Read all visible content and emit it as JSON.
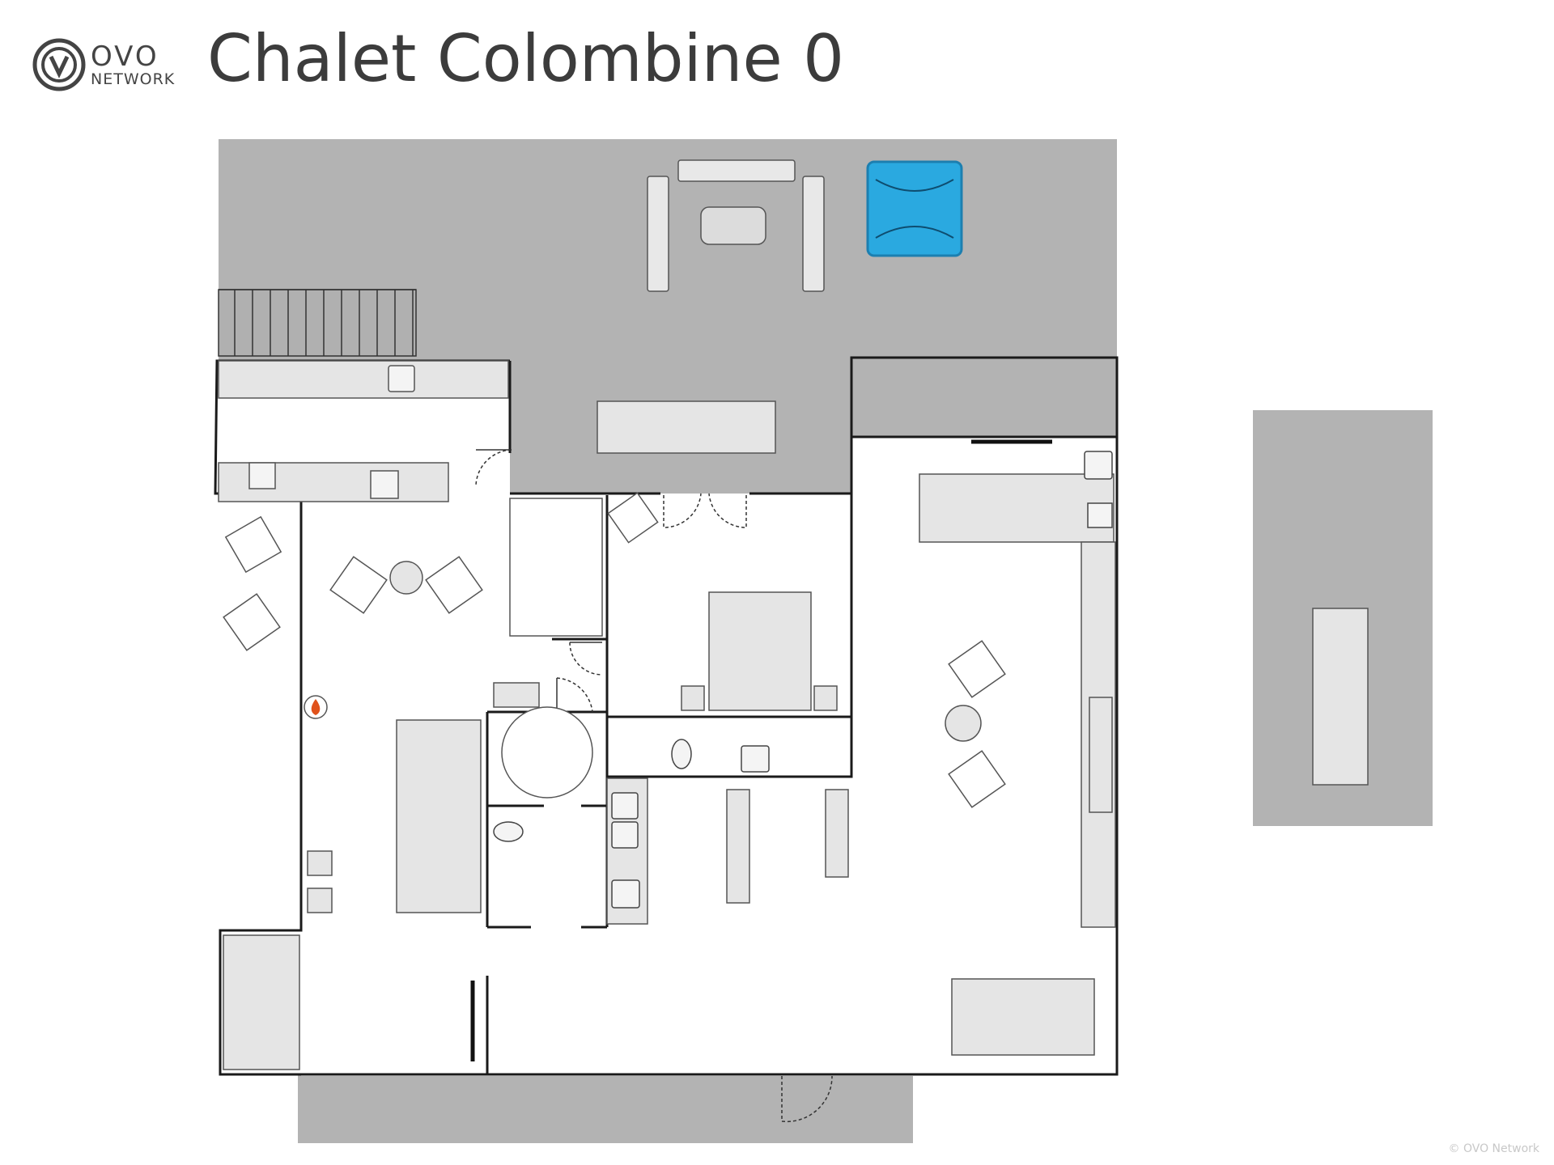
{
  "brand": {
    "logo_primary": "OVO",
    "logo_secondary": "NETWORK"
  },
  "page": {
    "title": "Chalet Colombine 0",
    "copyright": "© OVO Network"
  },
  "colors": {
    "terrace": "#b3b3b3",
    "floor": "#ffffff",
    "furniture_fill": "#e5e5e5",
    "wall": "#1a1a1a",
    "hot_tub": "#2aa9e0",
    "fireplace": "#e0521b",
    "text": "#3c3c3c"
  },
  "icons": {
    "logo": "ovo-logo-icon",
    "hot_tub": "hot-tub-icon",
    "fireplace": "fireplace-icon",
    "freezer": "snowflake-icon",
    "cooktop": "cooktop-icon",
    "washing_machine": "washing-machine-icon",
    "dryer": "dryer-icon",
    "toilet": "toilet-icon",
    "sink": "sink-icon",
    "tv": "tv-icon",
    "foosball": "foosball-table-icon",
    "billiards": "billiard-table-icon",
    "wine_cooler": "wine-cooler-icon"
  }
}
